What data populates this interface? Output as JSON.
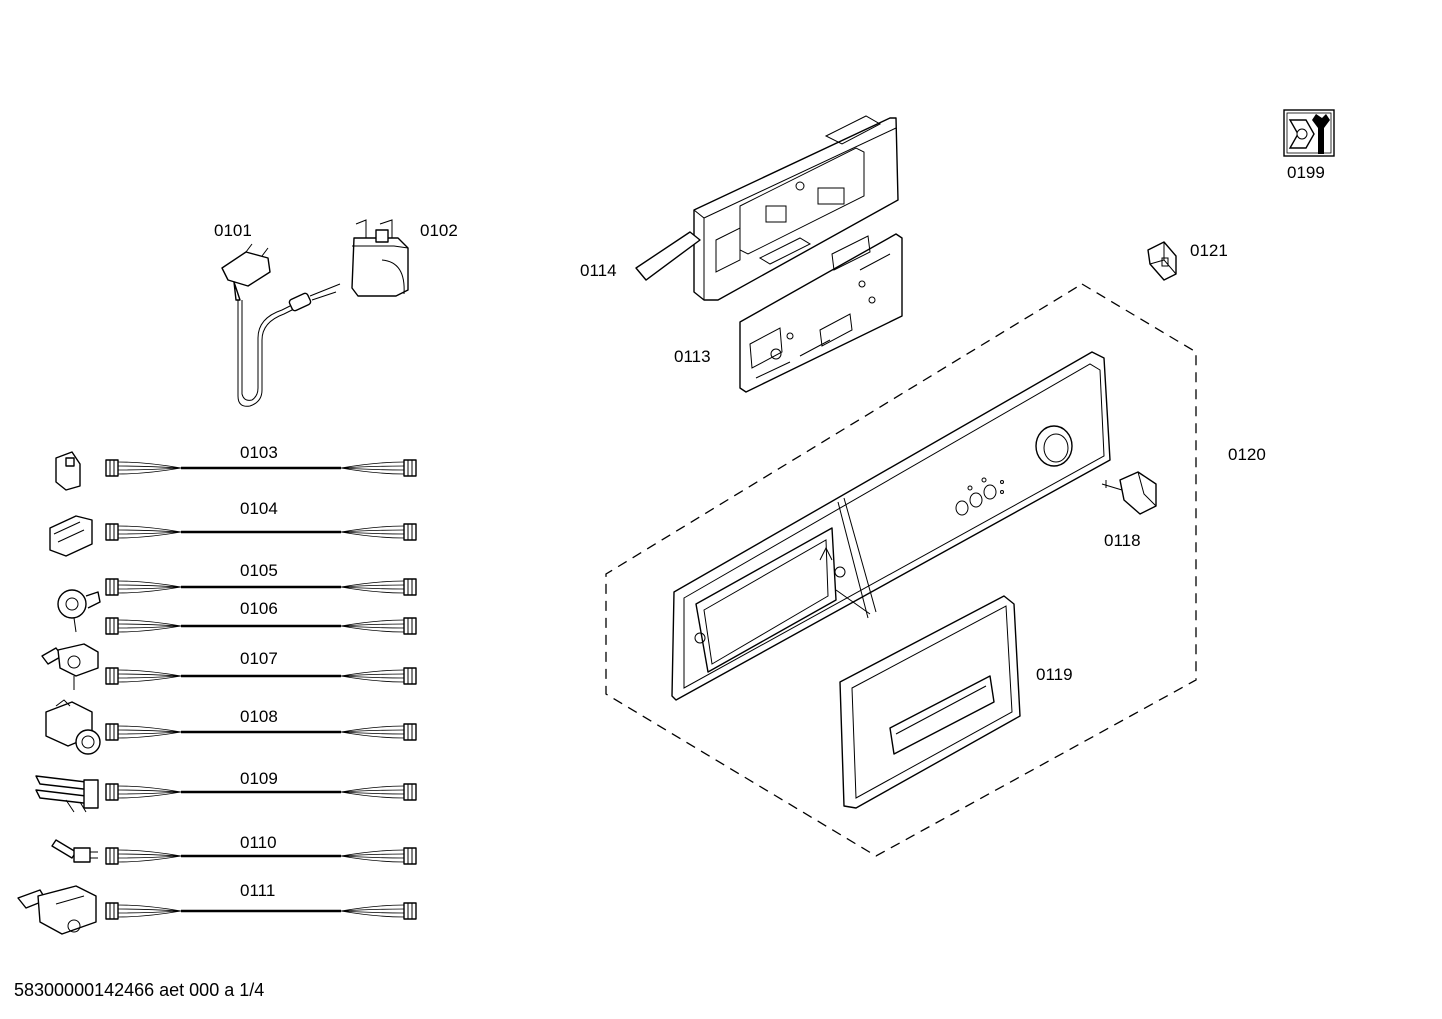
{
  "parts": {
    "p0101": "0101",
    "p0102": "0102",
    "p0103": "0103",
    "p0104": "0104",
    "p0105": "0105",
    "p0106": "0106",
    "p0107": "0107",
    "p0108": "0108",
    "p0109": "0109",
    "p0110": "0110",
    "p0111": "0111",
    "p0113": "0113",
    "p0114": "0114",
    "p0118": "0118",
    "p0119": "0119",
    "p0120": "0120",
    "p0121": "0121",
    "p0199": "0199"
  },
  "footer": {
    "doc_code": "58300000142466 aet 000 a 1/4"
  },
  "icons": {
    "service_icon": "nut-and-wrench-icon"
  }
}
